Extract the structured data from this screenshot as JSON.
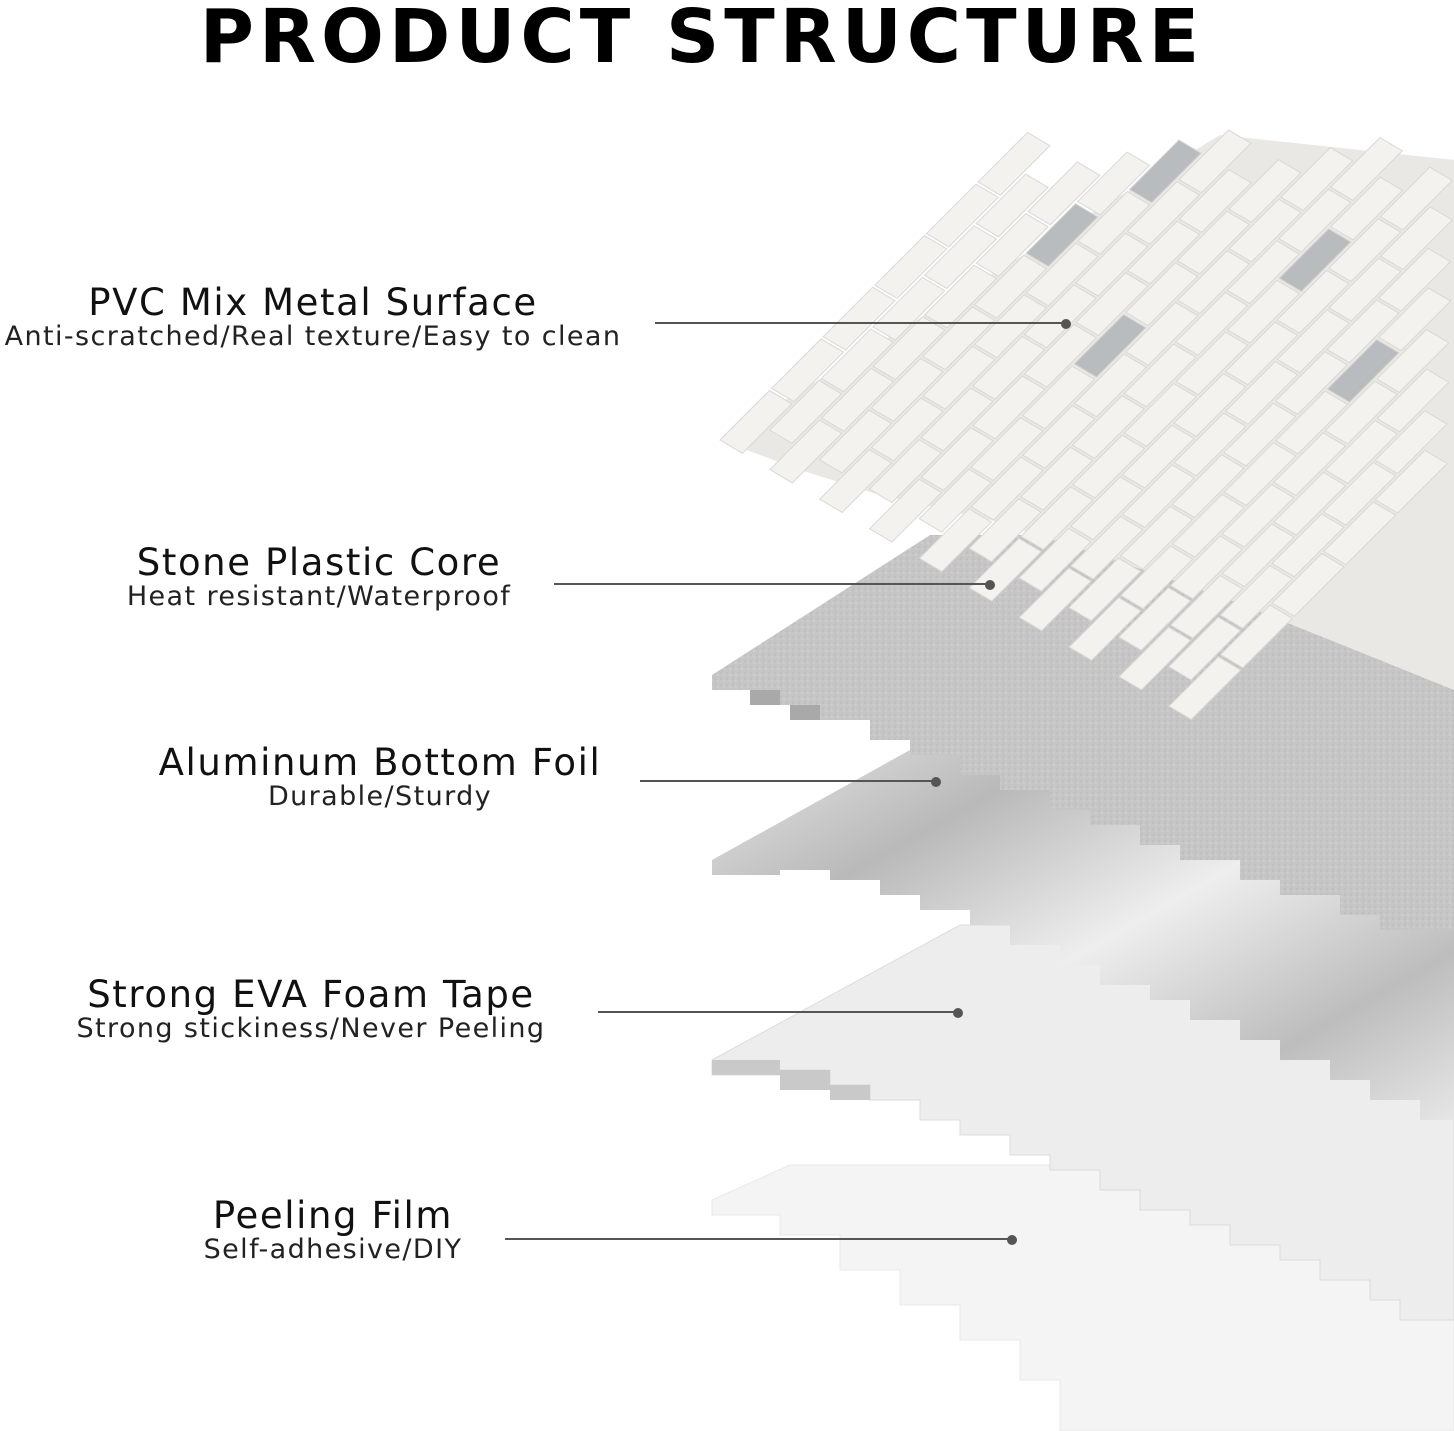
{
  "title": "PRODUCT STRUCTURE",
  "layers": [
    {
      "name": "PVC Mix Metal Surface",
      "description": "Anti-scratched/Real texture/Easy to clean"
    },
    {
      "name": "Stone Plastic Core",
      "description": "Heat resistant/Waterproof"
    },
    {
      "name": "Aluminum Bottom Foil",
      "description": "Durable/Sturdy"
    },
    {
      "name": "Strong EVA Foam Tape",
      "description": "Strong stickiness/Never Peeling"
    },
    {
      "name": "Peeling Film",
      "description": "Self-adhesive/DIY"
    }
  ],
  "colors": {
    "surface_tile": "#f3f2ef",
    "metal_tile": "#b9bcbf",
    "core": "#c9c9c9",
    "foil": "#d6d6d6",
    "foam": "#ececec",
    "film": "#f6f6f6",
    "leader": "#555555"
  }
}
